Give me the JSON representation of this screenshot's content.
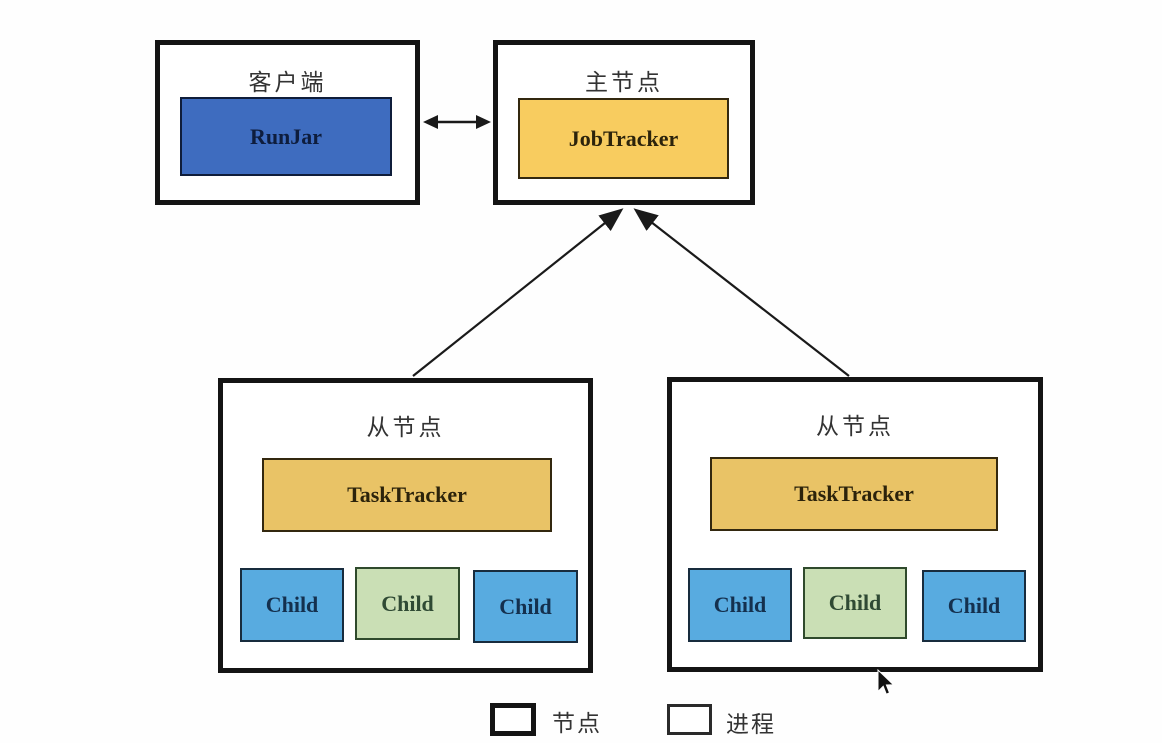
{
  "diagram": {
    "title_hint": "Hadoop MapReduce architecture",
    "client": {
      "title": "客户端",
      "process": "RunJar"
    },
    "master": {
      "title": "主节点",
      "process": "JobTracker"
    },
    "slaves": [
      {
        "title": "从节点",
        "process": "TaskTracker",
        "children": [
          "Child",
          "Child",
          "Child"
        ]
      },
      {
        "title": "从节点",
        "process": "TaskTracker",
        "children": [
          "Child",
          "Child",
          "Child"
        ]
      }
    ],
    "legend": [
      {
        "symbol": "thick-border-box",
        "label": "节点"
      },
      {
        "symbol": "thin-border-box",
        "label": "进程"
      }
    ],
    "colors": {
      "background": "#fefefe",
      "node_border": "#141414",
      "runjar_fill": "#3e6cbf",
      "jobtracker_fill": "#f8cc5f",
      "tasktracker_fill": "#e9c366",
      "child_blue_fill": "#58abe0",
      "child_green_fill": "#cadfb5",
      "arrow": "#1a1a1a"
    }
  }
}
